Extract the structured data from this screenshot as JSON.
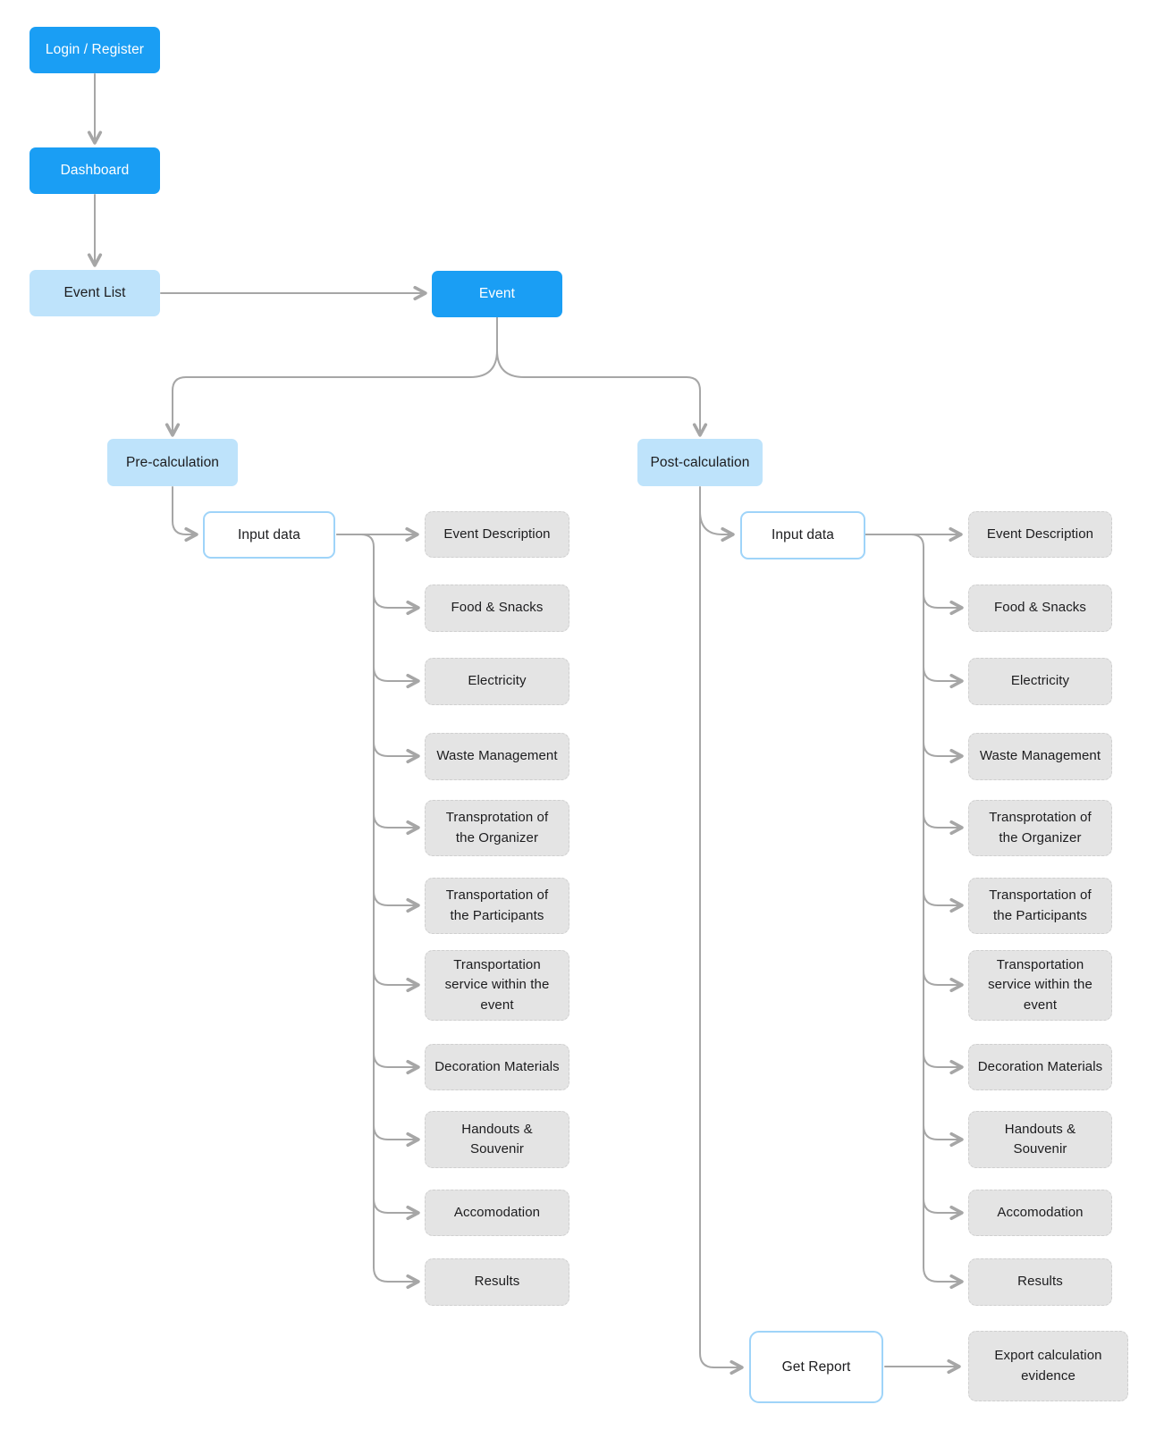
{
  "colors": {
    "primary_blue": "#1A9EF4",
    "light_blue": "#BEE3FB",
    "outline_blue": "#9FD4F9",
    "category_gray": "#E4E4E4",
    "connector_gray": "#A6A6A6",
    "text_dark": "#1C1C1E",
    "text_light": "#FFFFFF"
  },
  "nodes": {
    "login": {
      "label": "Login / Register"
    },
    "dashboard": {
      "label": "Dashboard"
    },
    "event_list": {
      "label": "Event List"
    },
    "event": {
      "label": "Event"
    },
    "pre_calculation": {
      "label": "Pre-calculation"
    },
    "post_calculation": {
      "label": "Post-calculation"
    },
    "input_data_pre": {
      "label": "Input data"
    },
    "input_data_post": {
      "label": "Input data"
    },
    "get_report": {
      "label": "Get Report"
    },
    "export_evidence": {
      "label": "Export calculation\nevidence"
    }
  },
  "categories": [
    "Event Description",
    "Food & Snacks",
    "Electricity",
    "Waste Management",
    "Transprotation of\nthe Organizer",
    "Transportation of\nthe Participants",
    "Transportation\nservice within the\nevent",
    "Decoration Materials",
    "Handouts  &\nSouvenir",
    "Accomodation",
    "Results"
  ]
}
